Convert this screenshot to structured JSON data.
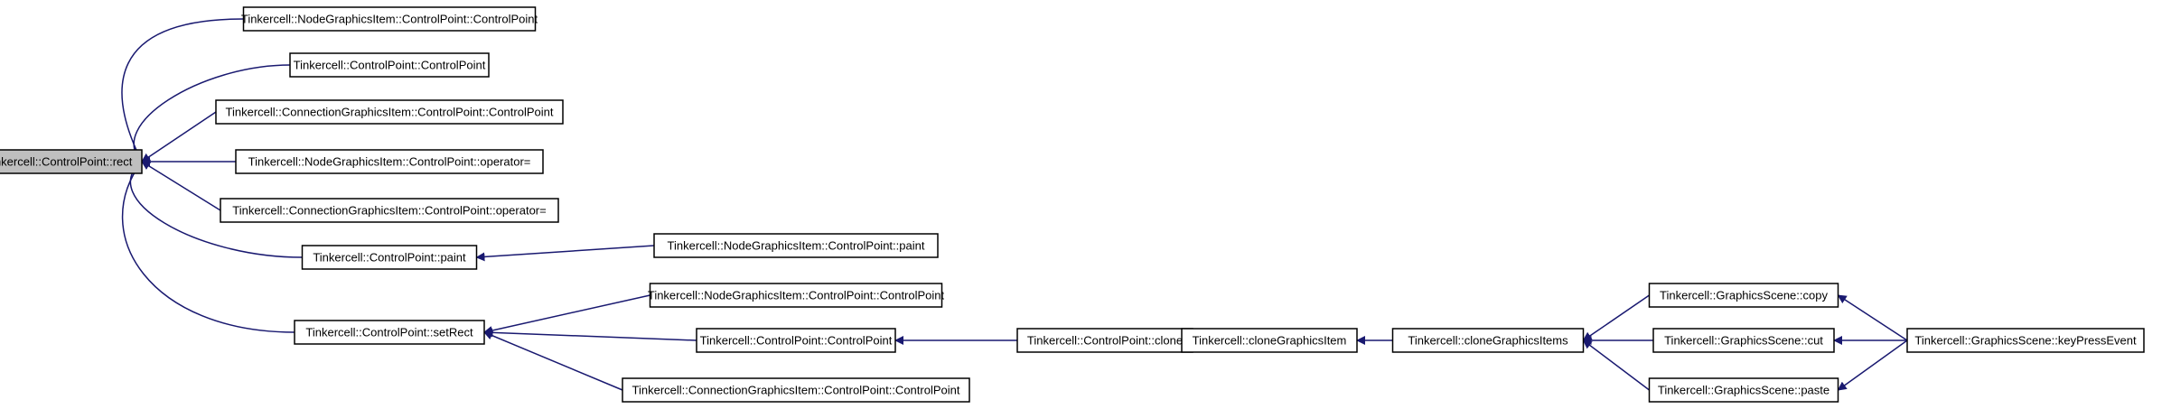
{
  "graph": {
    "edge_color": "#191970",
    "node_fill": "#ffffff",
    "focus_fill": "#bfbfbf",
    "nodes": [
      {
        "id": "rect",
        "label": "Tinkercell::ControlPoint::rect",
        "focus": true
      },
      {
        "id": "ngi_cp_ctor",
        "label": "Tinkercell::NodeGraphicsItem::ControlPoint::ControlPoint"
      },
      {
        "id": "cp_ctor_a",
        "label": "Tinkercell::ControlPoint::ControlPoint"
      },
      {
        "id": "cgi_cp_ctor_a",
        "label": "Tinkercell::ConnectionGraphicsItem::ControlPoint::ControlPoint"
      },
      {
        "id": "ngi_cp_op",
        "label": "Tinkercell::NodeGraphicsItem::ControlPoint::operator="
      },
      {
        "id": "cgi_cp_op",
        "label": "Tinkercell::ConnectionGraphicsItem::ControlPoint::operator="
      },
      {
        "id": "paint",
        "label": "Tinkercell::ControlPoint::paint"
      },
      {
        "id": "setrect",
        "label": "Tinkercell::ControlPoint::setRect"
      },
      {
        "id": "ngi_paint",
        "label": "Tinkercell::NodeGraphicsItem::ControlPoint::paint"
      },
      {
        "id": "ngi_cp_ctor_b",
        "label": "Tinkercell::NodeGraphicsItem::ControlPoint::ControlPoint"
      },
      {
        "id": "cp_ctor_b",
        "label": "Tinkercell::ControlPoint::ControlPoint"
      },
      {
        "id": "cgi_cp_ctor_b",
        "label": "Tinkercell::ConnectionGraphicsItem::ControlPoint::ControlPoint"
      },
      {
        "id": "clone",
        "label": "Tinkercell::ControlPoint::clone"
      },
      {
        "id": "clonegi",
        "label": "Tinkercell::cloneGraphicsItem"
      },
      {
        "id": "clonegis",
        "label": "Tinkercell::cloneGraphicsItems"
      },
      {
        "id": "copy",
        "label": "Tinkercell::GraphicsScene::copy"
      },
      {
        "id": "cut",
        "label": "Tinkercell::GraphicsScene::cut"
      },
      {
        "id": "paste",
        "label": "Tinkercell::GraphicsScene::paste"
      },
      {
        "id": "keypress",
        "label": "Tinkercell::GraphicsScene::keyPressEvent"
      }
    ],
    "edges": [
      {
        "from": "ngi_cp_ctor",
        "to": "rect"
      },
      {
        "from": "cp_ctor_a",
        "to": "rect"
      },
      {
        "from": "cgi_cp_ctor_a",
        "to": "rect"
      },
      {
        "from": "ngi_cp_op",
        "to": "rect"
      },
      {
        "from": "cgi_cp_op",
        "to": "rect"
      },
      {
        "from": "paint",
        "to": "rect"
      },
      {
        "from": "setrect",
        "to": "rect"
      },
      {
        "from": "ngi_paint",
        "to": "paint"
      },
      {
        "from": "ngi_cp_ctor_b",
        "to": "setrect"
      },
      {
        "from": "cp_ctor_b",
        "to": "setrect"
      },
      {
        "from": "cgi_cp_ctor_b",
        "to": "setrect"
      },
      {
        "from": "clone",
        "to": "cp_ctor_b"
      },
      {
        "from": "clonegi",
        "to": "clone"
      },
      {
        "from": "clonegis",
        "to": "clonegi"
      },
      {
        "from": "copy",
        "to": "clonegis"
      },
      {
        "from": "cut",
        "to": "clonegis"
      },
      {
        "from": "paste",
        "to": "clonegis"
      },
      {
        "from": "keypress",
        "to": "copy"
      },
      {
        "from": "keypress",
        "to": "cut"
      },
      {
        "from": "keypress",
        "to": "paste"
      }
    ]
  }
}
